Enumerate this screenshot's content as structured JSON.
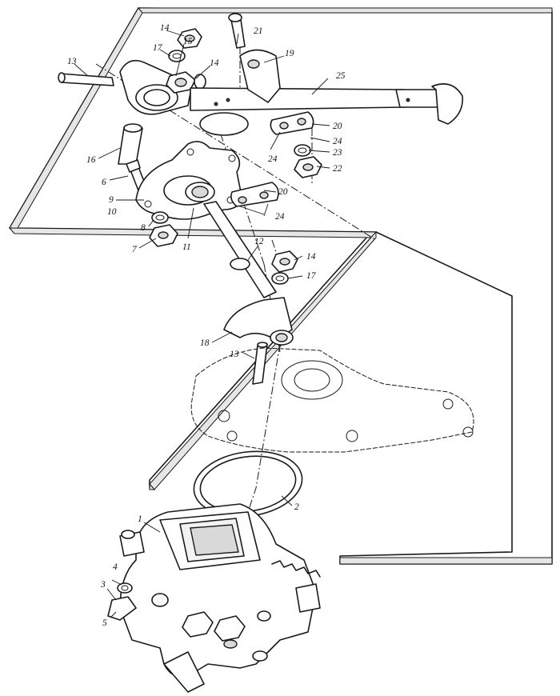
{
  "diagram": {
    "callouts": [
      "1",
      "2",
      "3",
      "4",
      "5",
      "6",
      "7",
      "8",
      "9",
      "10",
      "11",
      "12",
      "13",
      "13",
      "14",
      "14",
      "14",
      "15",
      "16",
      "17",
      "17",
      "18",
      "19",
      "20",
      "20",
      "21",
      "22",
      "23",
      "24",
      "24",
      "24",
      "25"
    ]
  }
}
